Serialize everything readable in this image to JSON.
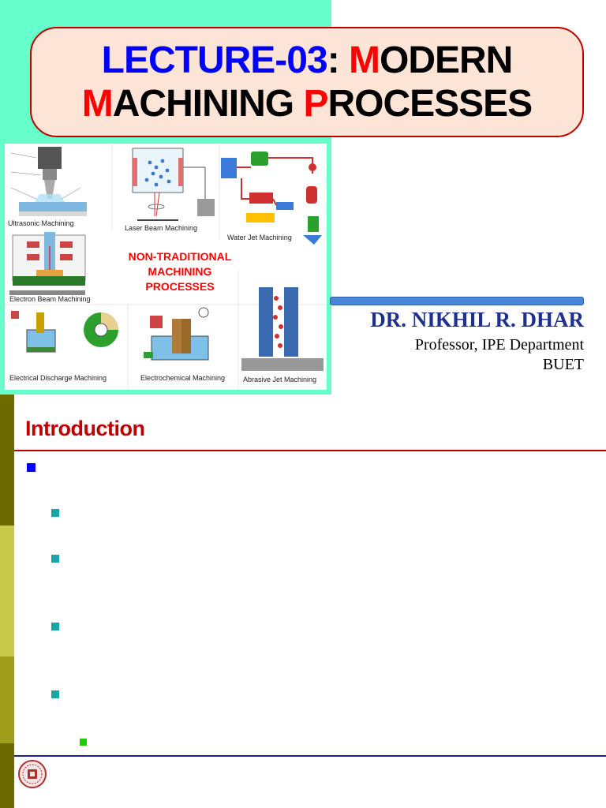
{
  "title": {
    "line1": [
      {
        "text": "LECTURE-03",
        "color": "blue"
      },
      {
        "text": ": ",
        "color": "black"
      },
      {
        "text": "M",
        "color": "red"
      },
      {
        "text": "ODERN",
        "color": "black"
      }
    ],
    "line2": [
      {
        "text": "M",
        "color": "red"
      },
      {
        "text": "ACHINING ",
        "color": "black"
      },
      {
        "text": "P",
        "color": "red"
      },
      {
        "text": "ROCESSES",
        "color": "black"
      }
    ]
  },
  "collage": {
    "center_lines": [
      "NON-TRADITIONAL",
      "MACHINING",
      "PROCESSES"
    ],
    "captions": {
      "usm": "Ultrasonic Machining",
      "lbm": "Laser Beam Machining",
      "wjm": "Water Jet Machining",
      "ebm": "Electron Beam Machining",
      "edm": "Electrical Discharge Machining",
      "ecm": "Electrochemical Machining",
      "ajm": "Abrasive Jet Machining"
    }
  },
  "author": {
    "name": "DR. NIKHIL R. DHAR",
    "role": "Professor, IPE Department",
    "institution": "BUET"
  },
  "slide2": {
    "heading": "Introduction"
  },
  "colors": {
    "mint": "#66ffcc",
    "title_fill": "#fce4d6",
    "title_border": "#c00000",
    "blue": "#0000ff",
    "red": "#ff0000",
    "heading_red": "#c00000",
    "author_blue": "#1f2f8f",
    "strip": [
      "#6b6b00",
      "#c8c84a",
      "#9e9e1a",
      "#6b6b00"
    ]
  }
}
